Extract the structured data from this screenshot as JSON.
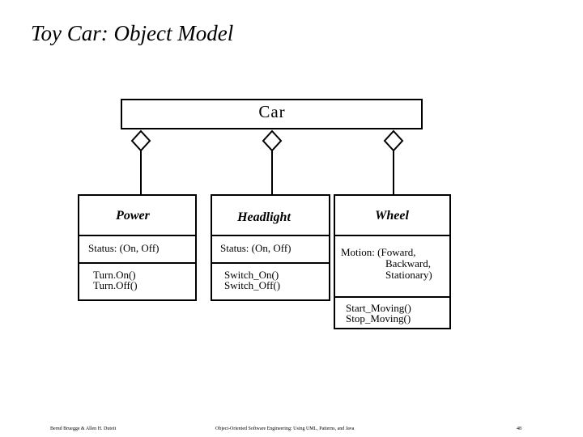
{
  "slide": {
    "title": "Toy Car: Object Model"
  },
  "diagram": {
    "aggregate": {
      "name": "Car"
    },
    "parts": [
      {
        "name": "Power",
        "attributes": [
          "Status: (On, Off)"
        ],
        "operations": [
          "Turn.On()",
          "Turn.Off()"
        ]
      },
      {
        "name": "Headlight",
        "attributes": [
          "Status: (On, Off)"
        ],
        "operations": [
          "Switch_On()",
          "Switch_Off()"
        ]
      },
      {
        "name": "Wheel",
        "attributes": [
          "Motion: (Foward,",
          "Backward,",
          "Stationary)"
        ],
        "operations": [
          "Start_Moving()",
          "Stop_Moving()"
        ]
      }
    ]
  },
  "footer": {
    "authors": "Bernd Bruegge & Allen H. Dutoit",
    "book": "Object-Oriented Software Engineering: Using UML, Patterns, and Java",
    "page": "48"
  }
}
